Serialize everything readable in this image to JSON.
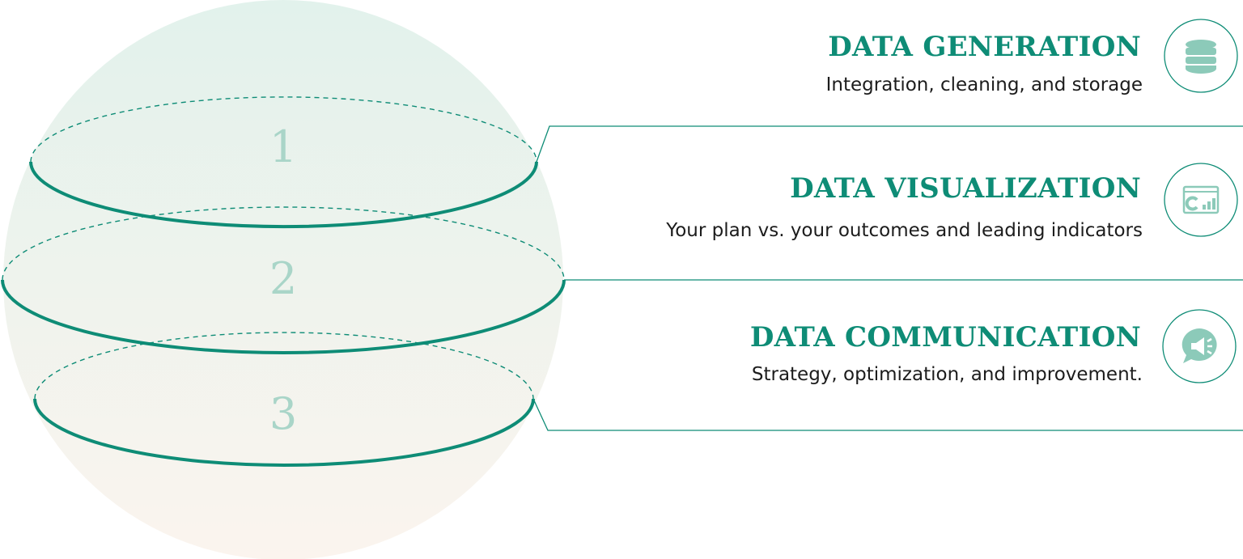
{
  "stages": [
    {
      "number": "1",
      "title": "DATA GENERATION",
      "description": "Integration, cleaning, and storage",
      "icon": "database-icon"
    },
    {
      "number": "2",
      "title": "DATA VISUALIZATION",
      "description": "Your plan vs. your outcomes and leading indicators",
      "icon": "dashboard-chart-icon"
    },
    {
      "number": "3",
      "title": "DATA COMMUNICATION",
      "description": "Strategy, optimization, and improvement.",
      "icon": "megaphone-chat-icon"
    }
  ],
  "colors": {
    "accent": "#0e8c76",
    "number": "#a9d5c8",
    "sphere_top": "#e2f2ec",
    "sphere_bottom": "#fbf4ee"
  }
}
